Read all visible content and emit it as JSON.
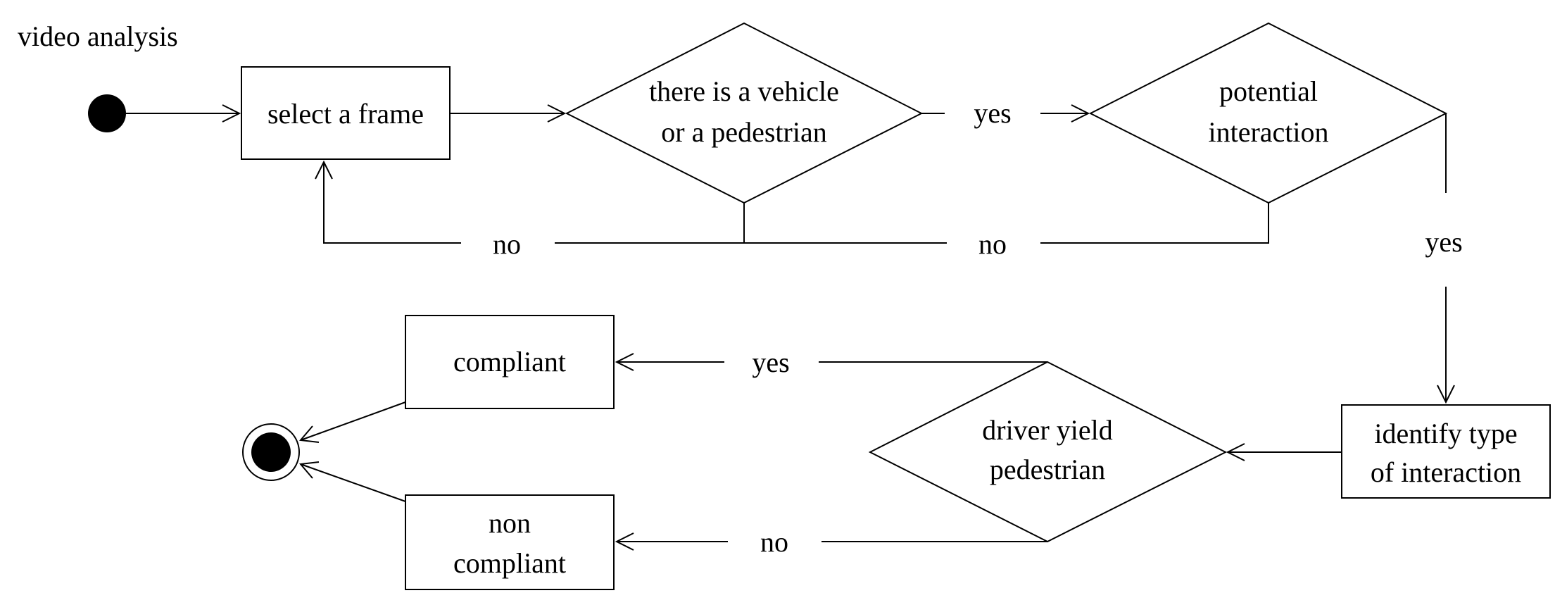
{
  "title": "video analysis",
  "nodes": {
    "select_frame": {
      "lines": [
        "select a frame"
      ]
    },
    "vehicle_decision": {
      "lines": [
        "there is a vehicle",
        "or a pedestrian"
      ]
    },
    "potential_interaction": {
      "lines": [
        "potential",
        "interaction"
      ]
    },
    "identify_type": {
      "lines": [
        "identify type",
        "of interaction"
      ]
    },
    "driver_yield": {
      "lines": [
        "driver yield",
        "pedestrian"
      ]
    },
    "compliant": {
      "lines": [
        "compliant"
      ]
    },
    "non_compliant": {
      "lines": [
        "non",
        "compliant"
      ]
    }
  },
  "edges": {
    "vehicle_yes": "yes",
    "vehicle_no": "no",
    "interaction_yes": "yes",
    "interaction_no": "no",
    "yield_yes": "yes",
    "yield_no": "no"
  }
}
